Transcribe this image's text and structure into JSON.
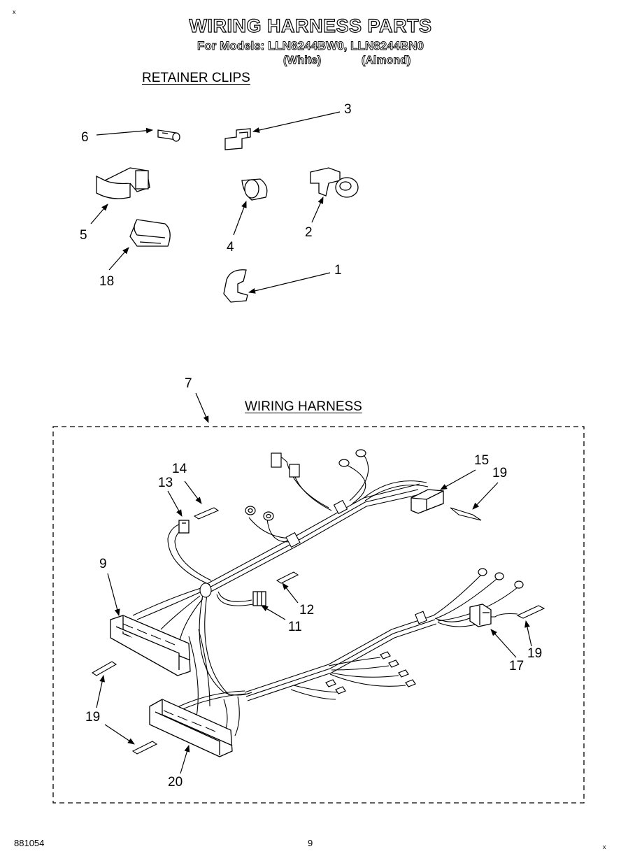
{
  "page": {
    "title": "WIRING HARNESS PARTS",
    "models_line": "For Models: LLN8244BW0, LLN8244BN0",
    "variant_white": "(White)",
    "variant_almond": "(Almond)",
    "corner_mark": "x",
    "footer_left": "881054",
    "footer_center": "9"
  },
  "sections": {
    "retainer_clips": "RETAINER CLIPS",
    "wiring_harness": "WIRING HARNESS"
  },
  "callouts": {
    "c1": "1",
    "c2": "2",
    "c3": "3",
    "c4": "4",
    "c5": "5",
    "c6": "6",
    "c18": "18",
    "c7": "7",
    "c9": "9",
    "c11": "11",
    "c12": "12",
    "c13": "13",
    "c14": "14",
    "c15": "15",
    "c17": "17",
    "c19a": "19",
    "c19b": "19",
    "c19c": "19",
    "c20": "20"
  }
}
